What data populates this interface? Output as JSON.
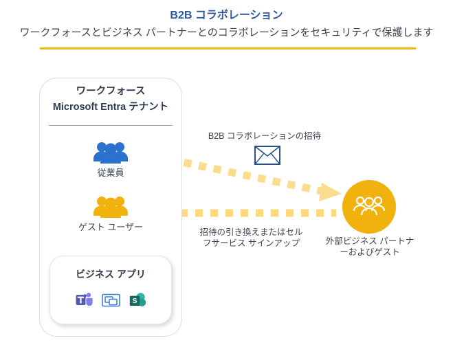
{
  "header": {
    "title": "B2B コラボレーション",
    "subtitle": "ワークフォースとビジネス パートナーとのコラボレーションをセキュリティで保護します",
    "rule_color": "#f0b50e",
    "title_color": "#2d5a9e",
    "subtitle_color": "#3a424f"
  },
  "tenant": {
    "heading_line1": "ワークフォース",
    "heading_line2": "Microsoft Entra テナント",
    "personas": [
      {
        "id": "employees",
        "label": "従業員",
        "icon": "people-group-icon",
        "color": "#2a72ce"
      },
      {
        "id": "guest-users",
        "label": "ゲスト ユーザー",
        "icon": "people-group-icon",
        "color": "#f1b20d"
      }
    ],
    "apps": {
      "title": "ビジネス アプリ",
      "icons": [
        {
          "id": "teams",
          "name": "microsoft-teams-icon",
          "glyph": "T",
          "color": "#5558af"
        },
        {
          "id": "generic-app",
          "name": "app-window-icon",
          "glyph": "",
          "color": "#3d7fd1"
        },
        {
          "id": "sharepoint",
          "name": "sharepoint-icon",
          "glyph": "S",
          "color": "#16887e"
        }
      ]
    }
  },
  "flows": {
    "invitation": {
      "label": "B2B コラボレーションの招待",
      "icon": "envelope-icon",
      "icon_color": "#2c4f87",
      "arrow_color": "#fbdc8c",
      "direction": "outbound"
    },
    "redemption": {
      "label_line1": "招待の引き換えまたはセル",
      "label_line2": "フサービス サインアップ",
      "arrow_color": "#fcd97c",
      "direction": "inbound"
    }
  },
  "partner": {
    "label_line1": "外部ビジネス パートナ",
    "label_line2": "ーおよびゲスト",
    "icon": "people-outline-icon",
    "circle_color": "#f1b20d"
  }
}
